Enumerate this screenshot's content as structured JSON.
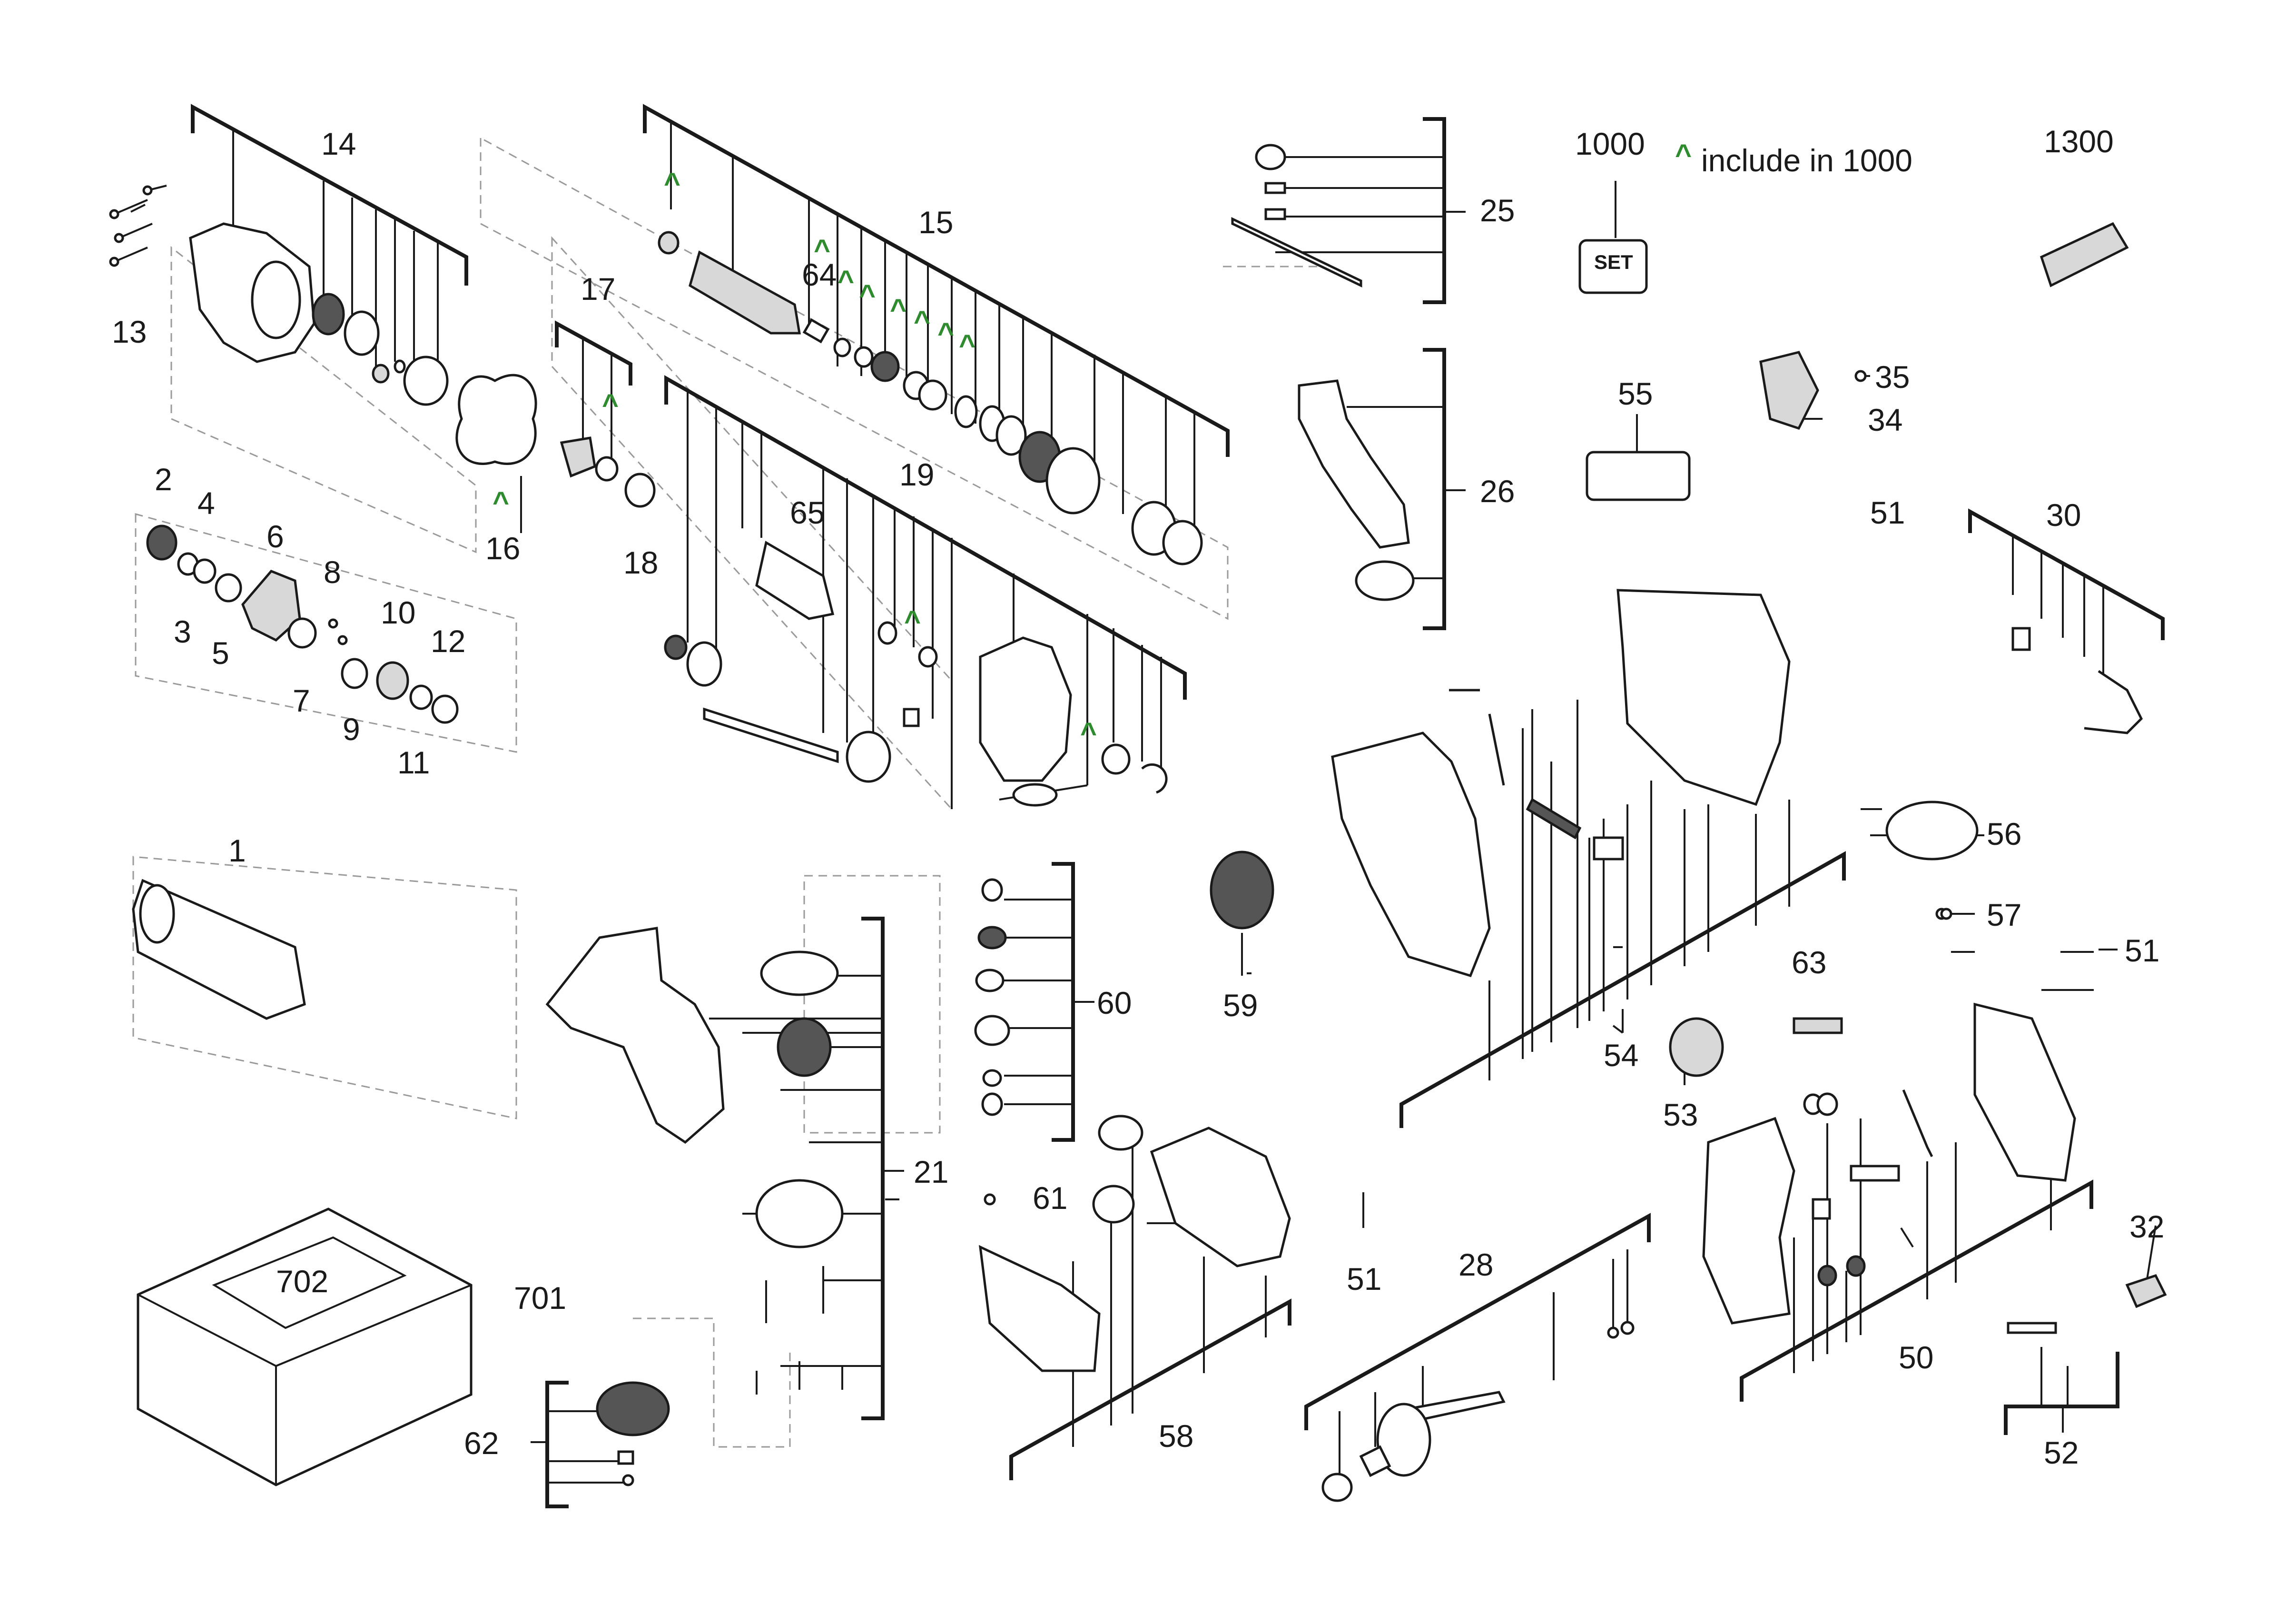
{
  "labels": {
    "p1": "1",
    "p2": "2",
    "p3": "3",
    "p4": "4",
    "p5": "5",
    "p6": "6",
    "p7": "7",
    "p8": "8",
    "p9": "9",
    "p10": "10",
    "p11": "11",
    "p12": "12",
    "p13": "13",
    "p14": "14",
    "p15": "15",
    "p16": "16",
    "p17": "17",
    "p18": "18",
    "p19": "19",
    "p21": "21",
    "p25": "25",
    "p26": "26",
    "p28": "28",
    "p30": "30",
    "p32": "32",
    "p34": "34",
    "p35": "35",
    "p50": "50",
    "p51a": "51",
    "p51b": "51",
    "p51c": "51",
    "p52": "52",
    "p53": "53",
    "p54": "54",
    "p55": "55",
    "p56": "56",
    "p57": "57",
    "p58": "58",
    "p59": "59",
    "p60": "60",
    "p61": "61",
    "p62": "62",
    "p63": "63",
    "p64": "64",
    "p65": "65",
    "p701": "701",
    "p702": "702",
    "p1000": "1000",
    "p1300": "1300"
  },
  "legend": {
    "caret": "^",
    "note": "include in 1000",
    "set_badge": "SET"
  },
  "colors": {
    "caret": "#2e8b2e",
    "line": "#1a1a1a",
    "dashed": "#9a9a9a"
  }
}
